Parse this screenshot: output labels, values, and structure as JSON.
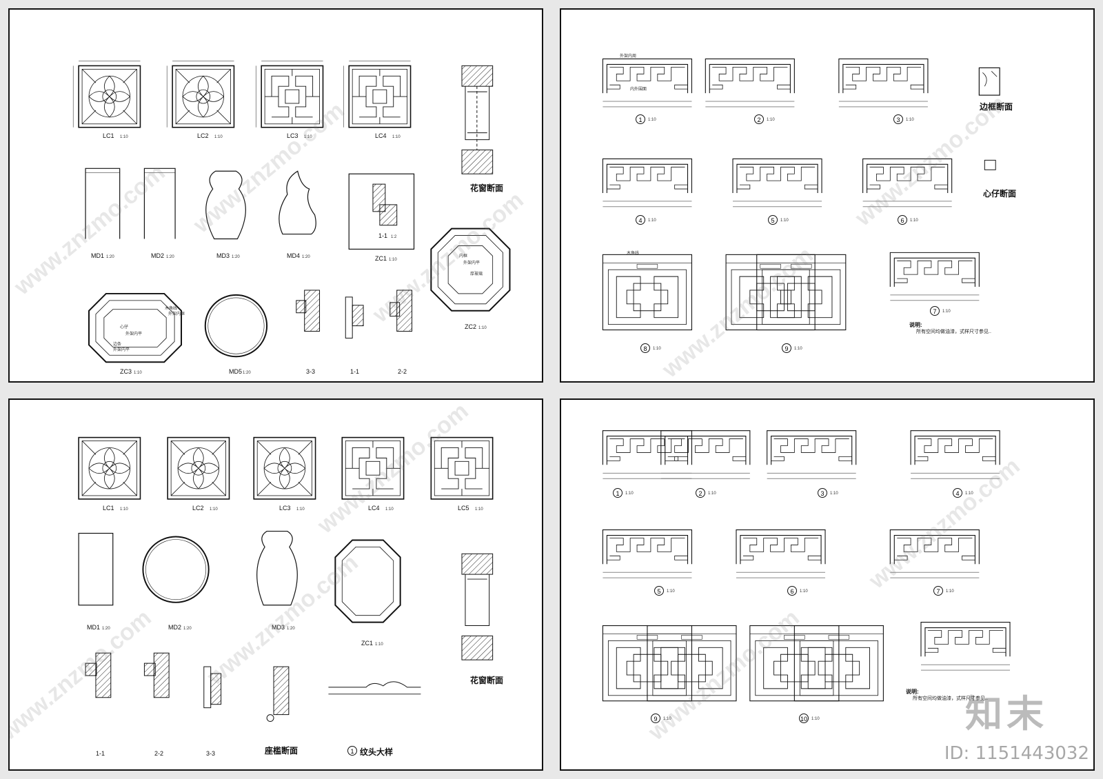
{
  "sheet_tl": {
    "windows": [
      {
        "label": "LC1",
        "scale": "1:10"
      },
      {
        "label": "LC2",
        "scale": "1:10"
      },
      {
        "label": "LC3",
        "scale": "1:10"
      },
      {
        "label": "LC4",
        "scale": "1:10"
      }
    ],
    "doors": [
      {
        "label": "MD1",
        "scale": "1:20"
      },
      {
        "label": "MD2",
        "scale": "1:20"
      },
      {
        "label": "MD3",
        "scale": "1:20"
      },
      {
        "label": "MD4",
        "scale": "1:20"
      },
      {
        "label": "ZC1",
        "scale": "1:10"
      }
    ],
    "section_1_1": "1-1",
    "section_1_1_scale": "1:2",
    "flower_window_section": "花窗断面",
    "bottom": [
      {
        "label": "ZC3",
        "scale": "1:10"
      },
      {
        "label": "MD5",
        "scale": "1:20"
      },
      {
        "label": "3-3",
        "scale": ""
      },
      {
        "label": "1-1",
        "scale": ""
      },
      {
        "label": "2-2",
        "scale": ""
      },
      {
        "label": "ZC2",
        "scale": "1:10"
      }
    ],
    "annotations": [
      "内框",
      "外架内平",
      "厚玻璃",
      "心仔",
      "外架内平",
      "边条",
      "外架内平",
      "木角线",
      "外架内框"
    ]
  },
  "sheet_tr": {
    "railings": [
      {
        "num": "1",
        "scale": "1:10"
      },
      {
        "num": "2",
        "scale": "1:10"
      },
      {
        "num": "3",
        "scale": "1:10"
      },
      {
        "num": "4",
        "scale": "1:10"
      },
      {
        "num": "5",
        "scale": "1:10"
      },
      {
        "num": "6",
        "scale": "1:10"
      },
      {
        "num": "7",
        "scale": "1:10"
      },
      {
        "num": "8",
        "scale": "1:10"
      },
      {
        "num": "9",
        "scale": "1:10"
      }
    ],
    "frame_section": "边框断面",
    "core_section": "心仔断面",
    "label_inner": "外架内周",
    "label_outer": "内外围面",
    "label_wood": "木角线",
    "note_title": "说明:",
    "note_body": "所有空间均做油漆，式样尺寸参见.."
  },
  "sheet_bl": {
    "windows": [
      {
        "label": "LC1",
        "scale": "1:10"
      },
      {
        "label": "LC2",
        "scale": "1:10"
      },
      {
        "label": "LC3",
        "scale": "1:10"
      },
      {
        "label": "LC4",
        "scale": "1:10"
      },
      {
        "label": "LC5",
        "scale": "1:10"
      }
    ],
    "doors": [
      {
        "label": "MD1",
        "scale": "1:20"
      },
      {
        "label": "MD2",
        "scale": "1:20"
      },
      {
        "label": "MD3",
        "scale": "1:20"
      },
      {
        "label": "ZC1",
        "scale": "1:10"
      }
    ],
    "flower_window_section": "花窗断面",
    "bottom": [
      {
        "label": "1-1"
      },
      {
        "label": "2-2"
      },
      {
        "label": "3-3"
      }
    ],
    "seat_section": "座槛断面",
    "pattern_detail": "纹头大样",
    "pattern_num": "1"
  },
  "sheet_br": {
    "railings": [
      {
        "num": "1",
        "scale": "1:10"
      },
      {
        "num": "2",
        "scale": "1:10"
      },
      {
        "num": "3",
        "scale": "1:10"
      },
      {
        "num": "4",
        "scale": "1:10"
      },
      {
        "num": "5",
        "scale": "1:10"
      },
      {
        "num": "6",
        "scale": "1:10"
      },
      {
        "num": "7",
        "scale": "1:10"
      },
      {
        "num": "9",
        "scale": "1:10"
      },
      {
        "num": "10",
        "scale": "1:10"
      }
    ],
    "note_title": "说明:",
    "note_body": "所有空间均做油漆，式样尺寸参见.."
  },
  "watermark": "www.znzmo.com",
  "brand": "知末",
  "image_id": "ID: 1151443032"
}
